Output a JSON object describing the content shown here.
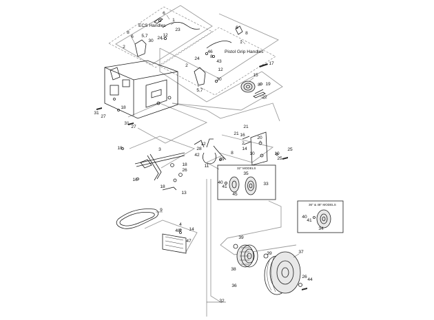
{
  "headings": {
    "ecs_handles": "ECS Handles",
    "pistol_grip_handles": "Pistol Grip Handles",
    "models_32": "32\" MODELS",
    "models_36_48": "36\" & 48\" MODELS"
  },
  "callouts": {
    "c1": "6",
    "c2": "1",
    "c3": "23",
    "c4": "8",
    "c5": "6",
    "c6": "5,7",
    "c7": "24",
    "c8": "12",
    "c9": "30",
    "c10": "2",
    "c11": "6",
    "c12": "8",
    "c13": "1",
    "c14": "46",
    "c15": "8",
    "c16": "24",
    "c17": "43",
    "c18": "12",
    "c19": "17",
    "c20": "2",
    "c21": "15",
    "c22": "8",
    "c23": "19",
    "c24": "22",
    "c25": "30",
    "c26": "5,7",
    "c27": "18",
    "c28": "31",
    "c29": "27",
    "c30": "31",
    "c31": "27",
    "c32": "21",
    "c33": "21",
    "c34": "16",
    "c35": "20",
    "c36": "2",
    "c37": "14",
    "c38": "10",
    "c39": "10",
    "c40": "25",
    "c41": "25",
    "c42": "18",
    "c43": "3",
    "c44": "28",
    "c45": "42",
    "c46": "12",
    "c47": "8",
    "c48": "29",
    "c49": "11",
    "c50": "18",
    "c51": "26",
    "c52": "16",
    "c53": "18",
    "c54": "13",
    "c55": "35",
    "c56": "40",
    "c57": "41",
    "c58": "33",
    "c59": "45",
    "c60": "9",
    "c61": "40",
    "c62": "41",
    "c63": "34",
    "c64": "4",
    "c65": "48",
    "c66": "14",
    "c67": "47",
    "c68": "39",
    "c69": "39",
    "c70": "37",
    "c71": "38",
    "c72": "36",
    "c73": "26",
    "c74": "44",
    "c75": "32"
  },
  "colors": {
    "line": "#1a1a1a",
    "guide": "#9a9a9a",
    "dashed_box": "#777777",
    "background": "#ffffff"
  }
}
